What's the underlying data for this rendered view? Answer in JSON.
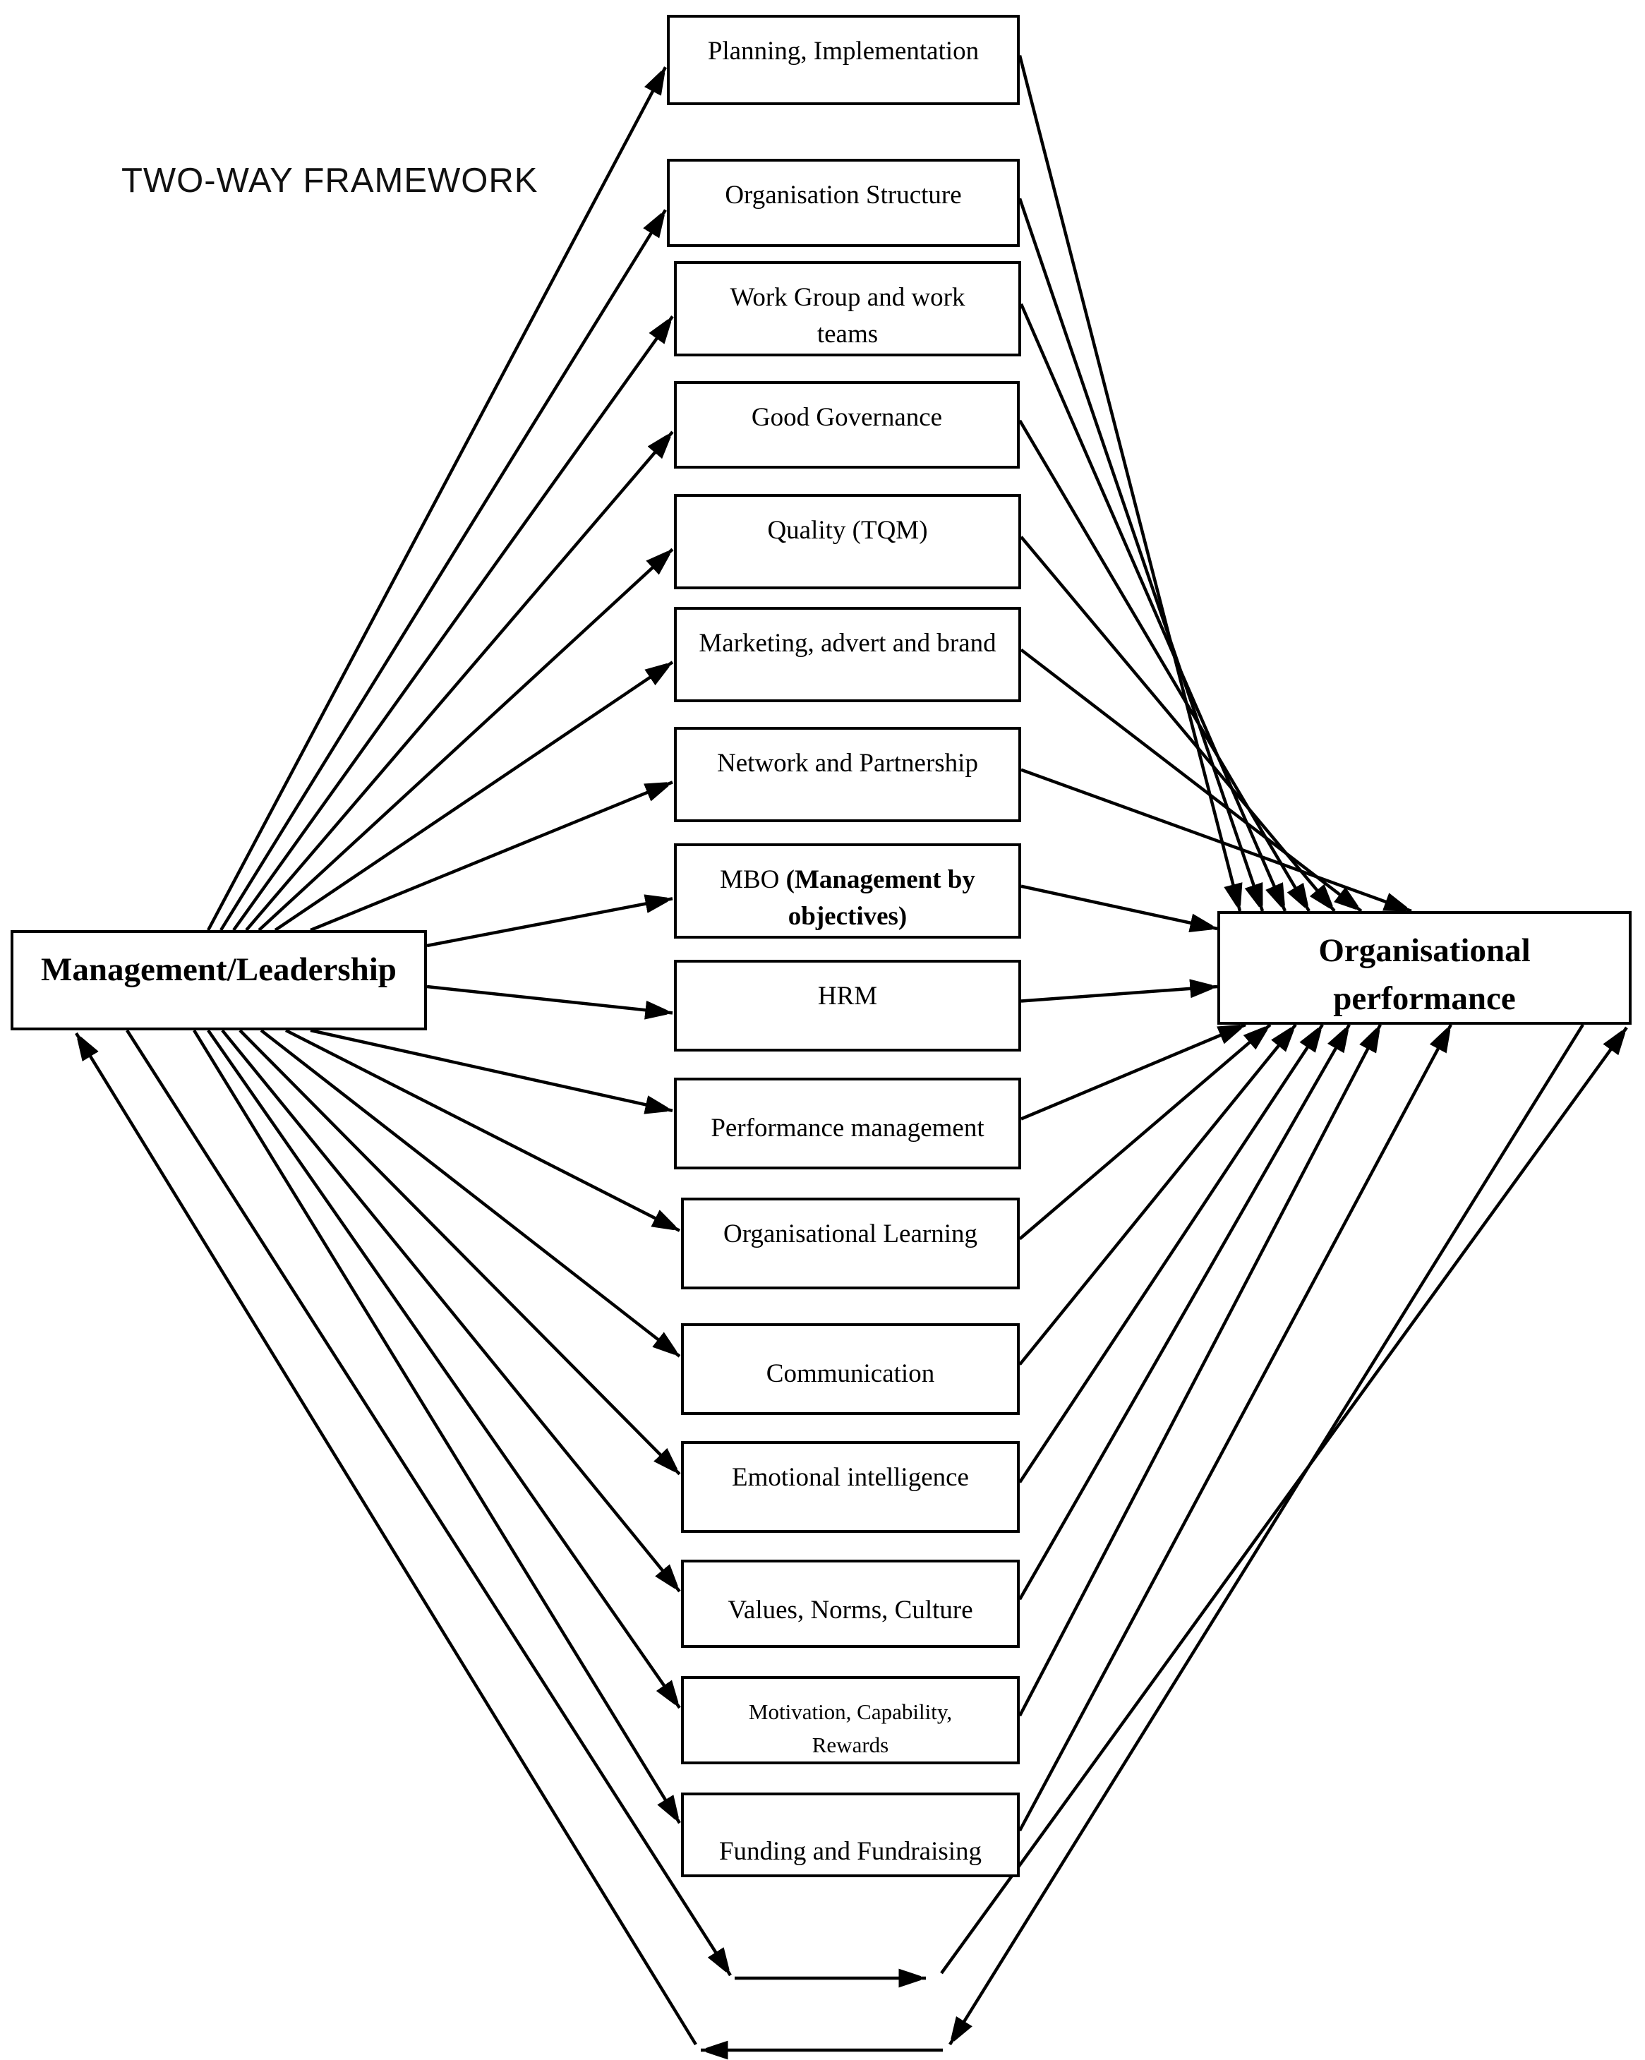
{
  "title": "TWO-WAY FRAMEWORK",
  "colors": {
    "line": "#000000",
    "box_border": "#000000",
    "background": "#ffffff",
    "text": "#000000"
  },
  "left_node": {
    "id": "management",
    "label": "Management/Leadership"
  },
  "right_node": {
    "id": "performance",
    "label": "Organisational\nperformance"
  },
  "factors": [
    {
      "id": "planning-implementation",
      "label": "Planning, Implementation"
    },
    {
      "id": "organisation-structure",
      "label": "Organisation Structure"
    },
    {
      "id": "work-group-teams",
      "label": "Work Group and work\nteams"
    },
    {
      "id": "good-governance",
      "label": "Good Governance"
    },
    {
      "id": "quality-tqm",
      "label": "Quality (TQM)"
    },
    {
      "id": "marketing-advert-brand",
      "label": "Marketing, advert and brand"
    },
    {
      "id": "network-partnership",
      "label": "Network and Partnership"
    },
    {
      "id": "mbo",
      "label": "MBO (Management by objectives)",
      "rich": [
        [
          {
            "t": "MBO ",
            "b": false
          },
          {
            "t": "(Management by",
            "b": true
          }
        ],
        [
          {
            "t": "objectives)",
            "b": true
          }
        ]
      ]
    },
    {
      "id": "hrm",
      "label": "HRM"
    },
    {
      "id": "performance-management",
      "label": "Performance management"
    },
    {
      "id": "organisational-learning",
      "label": "Organisational Learning"
    },
    {
      "id": "communication",
      "label": "Communication"
    },
    {
      "id": "emotional-intelligence",
      "label": "Emotional intelligence"
    },
    {
      "id": "values-norms-culture",
      "label": "Values, Norms, Culture"
    },
    {
      "id": "motivation-capability-rewards",
      "label": "Motivation, Capability,\nRewards"
    },
    {
      "id": "funding-fundraising",
      "label": "Funding and Fundraising"
    }
  ],
  "edges": [
    {
      "from": "management",
      "to": "planning-implementation"
    },
    {
      "from": "management",
      "to": "organisation-structure"
    },
    {
      "from": "management",
      "to": "work-group-teams"
    },
    {
      "from": "management",
      "to": "good-governance"
    },
    {
      "from": "management",
      "to": "quality-tqm"
    },
    {
      "from": "management",
      "to": "marketing-advert-brand"
    },
    {
      "from": "management",
      "to": "network-partnership"
    },
    {
      "from": "management",
      "to": "mbo"
    },
    {
      "from": "management",
      "to": "hrm"
    },
    {
      "from": "management",
      "to": "performance-management"
    },
    {
      "from": "management",
      "to": "organisational-learning"
    },
    {
      "from": "management",
      "to": "communication"
    },
    {
      "from": "management",
      "to": "emotional-intelligence"
    },
    {
      "from": "management",
      "to": "values-norms-culture"
    },
    {
      "from": "management",
      "to": "motivation-capability-rewards"
    },
    {
      "from": "management",
      "to": "funding-fundraising"
    },
    {
      "from": "planning-implementation",
      "to": "performance"
    },
    {
      "from": "organisation-structure",
      "to": "performance"
    },
    {
      "from": "work-group-teams",
      "to": "performance"
    },
    {
      "from": "good-governance",
      "to": "performance"
    },
    {
      "from": "quality-tqm",
      "to": "performance"
    },
    {
      "from": "marketing-advert-brand",
      "to": "performance"
    },
    {
      "from": "network-partnership",
      "to": "performance"
    },
    {
      "from": "mbo",
      "to": "performance"
    },
    {
      "from": "hrm",
      "to": "performance"
    },
    {
      "from": "performance-management",
      "to": "performance"
    },
    {
      "from": "organisational-learning",
      "to": "performance"
    },
    {
      "from": "communication",
      "to": "performance"
    },
    {
      "from": "emotional-intelligence",
      "to": "performance"
    },
    {
      "from": "values-norms-culture",
      "to": "performance"
    },
    {
      "from": "motivation-capability-rewards",
      "to": "performance"
    },
    {
      "from": "funding-fundraising",
      "to": "performance"
    },
    {
      "from": "management",
      "to": "performance",
      "via": "bottom-loop-forward"
    },
    {
      "from": "performance",
      "to": "management",
      "via": "bottom-loop-return"
    }
  ]
}
